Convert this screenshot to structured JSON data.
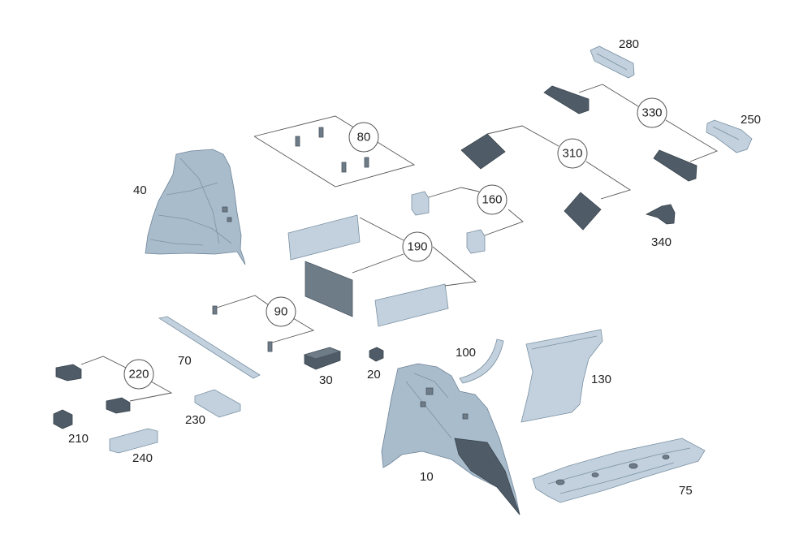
{
  "diagram": {
    "labels": {
      "l10": "10",
      "l20": "20",
      "l30": "30",
      "l40": "40",
      "l70": "70",
      "l75": "75",
      "l80": "80",
      "l90": "90",
      "l100": "100",
      "l130": "130",
      "l160": "160",
      "l190": "190",
      "l210": "210",
      "l220": "220",
      "l230": "230",
      "l240": "240",
      "l250": "250",
      "l280": "280",
      "l310": "310",
      "l330": "330",
      "l340": "340"
    },
    "colors": {
      "part_light": "#a9bccc",
      "part_lighter": "#c2d1dd",
      "part_dark": "#4f5c68",
      "leader_line": "#555555"
    }
  }
}
